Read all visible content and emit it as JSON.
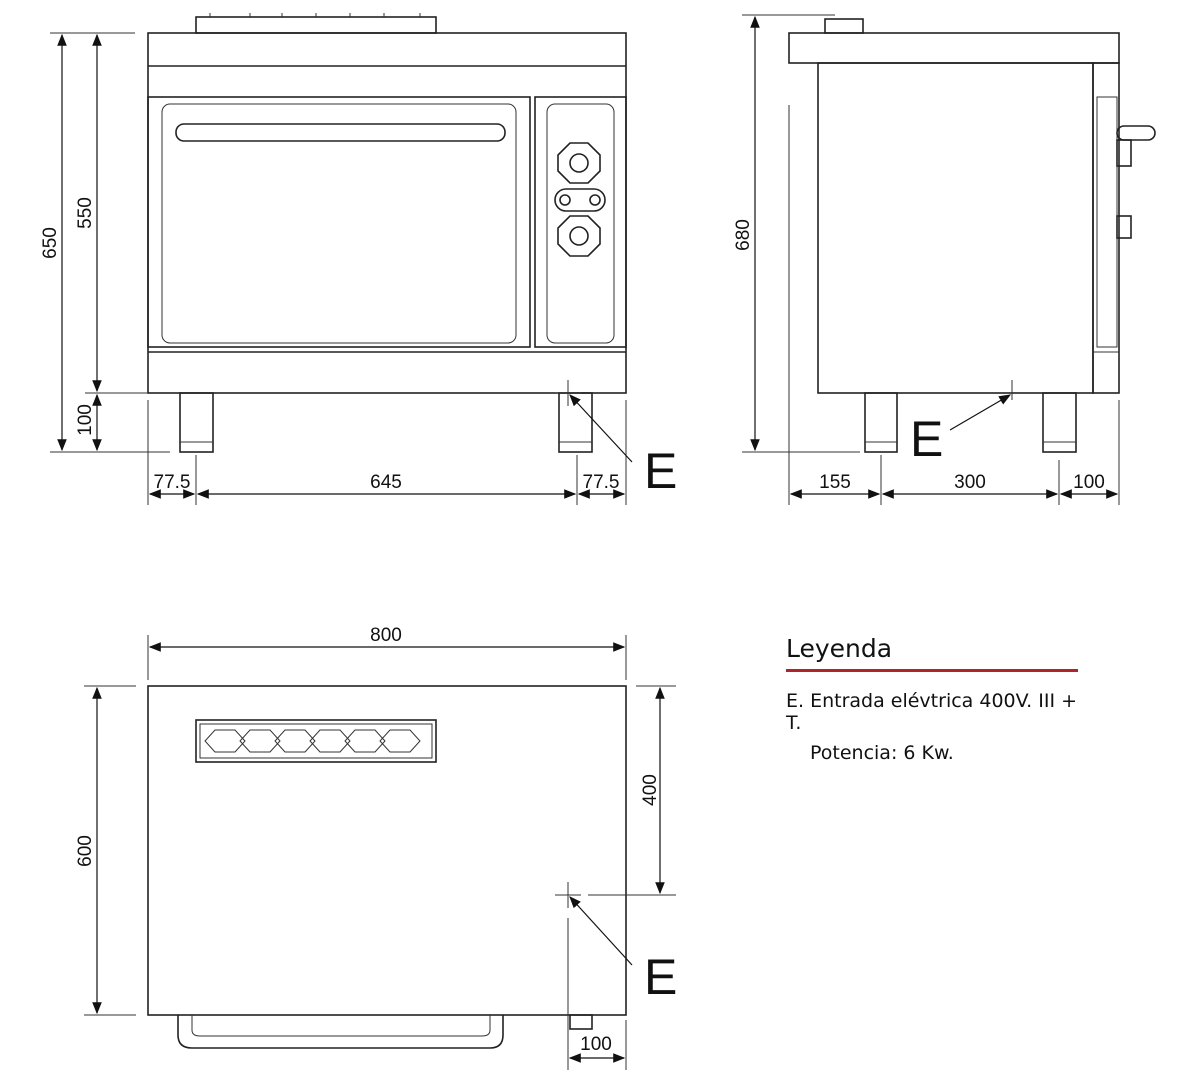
{
  "front_view": {
    "dims": {
      "total_height": "650",
      "body_height": "550",
      "leg_height": "100",
      "left_offset": "77.5",
      "width": "645",
      "right_offset": "77.5"
    },
    "label": "E"
  },
  "side_view": {
    "dims": {
      "height": "680",
      "front": "155",
      "middle": "300",
      "rear": "100"
    },
    "label": "E"
  },
  "top_view": {
    "dims": {
      "width": "800",
      "depth": "600",
      "inlet_depth": "400",
      "inlet_offset": "100"
    },
    "label": "E"
  },
  "legend": {
    "title": "Leyenda",
    "line1": "E. Entrada elévtrica 400V. III + T.",
    "line2": "Potencia: 6 Kw.",
    "accent_color": "#b0232a"
  }
}
